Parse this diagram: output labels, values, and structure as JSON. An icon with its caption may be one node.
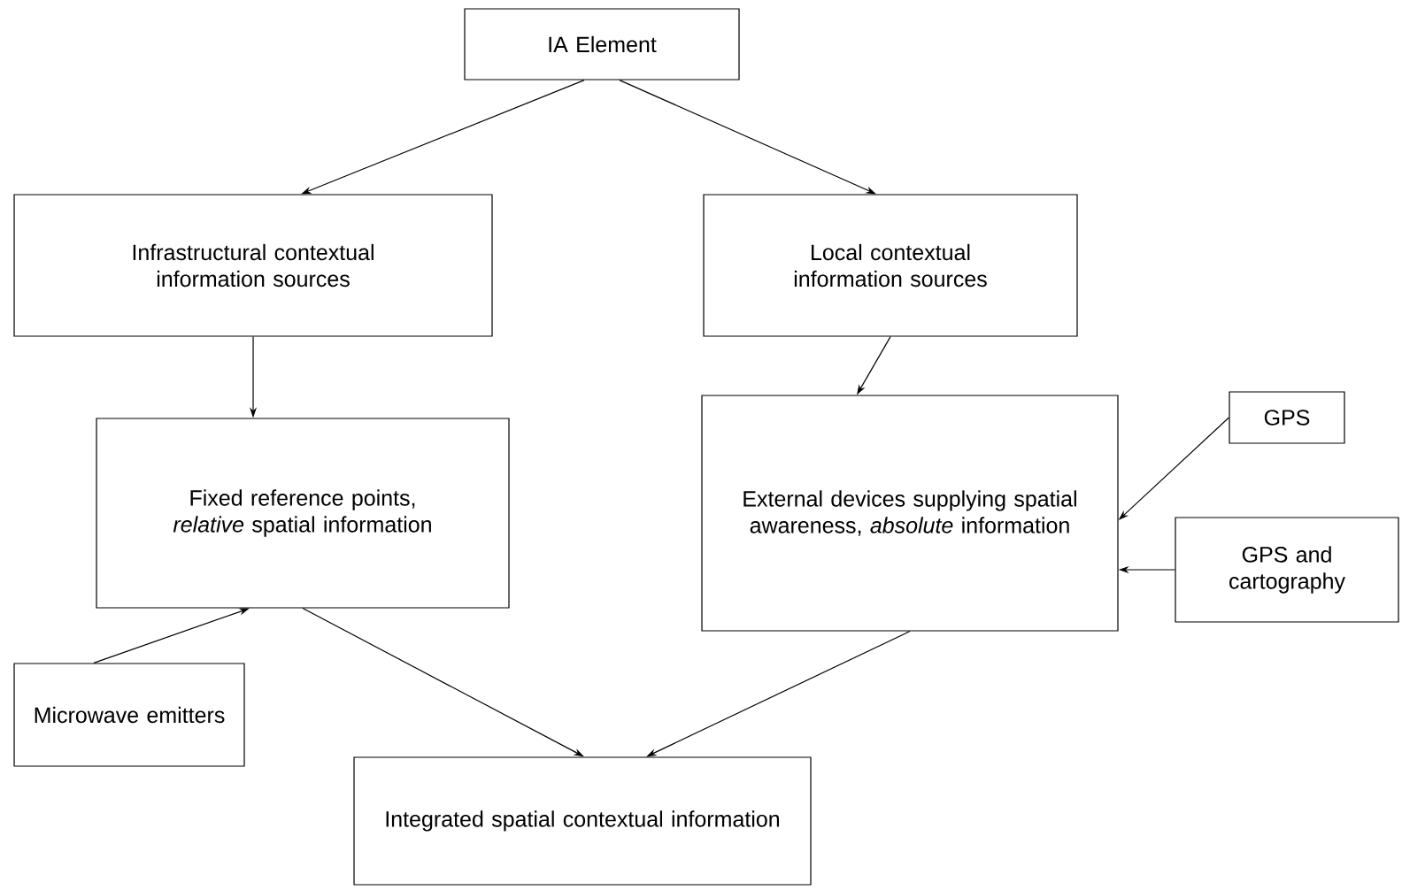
{
  "diagram": {
    "nodes": [
      {
        "text": [
          "IA Element"
        ]
      },
      {
        "text": [
          "Infrastructural contextual information sources"
        ]
      },
      {
        "text": [
          "Local contextual information sources"
        ]
      },
      {
        "text": [
          "Fixed reference points, *relative* spatial information"
        ]
      },
      {
        "text": [
          "External devices supplying spatial awareness, *absolute* information"
        ]
      },
      {
        "text": [
          "GPS"
        ]
      },
      {
        "text": [
          "GPS and cartography"
        ]
      },
      {
        "text": [
          "Microwave emitters"
        ]
      },
      {
        "text": [
          "Integrated spatial contextual information"
        ]
      }
    ],
    "edges": [
      {
        "from": 0,
        "to": 1,
        "arrow": "to"
      },
      {
        "from": 0,
        "to": 2,
        "arrow": "to"
      },
      {
        "from": 1,
        "to": 3,
        "arrow": "to"
      },
      {
        "from": 2,
        "to": 4,
        "arrow": "to"
      },
      {
        "from": 5,
        "to": 4,
        "arrow": "to"
      },
      {
        "from": 6,
        "to": 4,
        "arrow": "to"
      },
      {
        "from": 7,
        "to": 3,
        "arrow": "to"
      },
      {
        "from": 3,
        "to": 8,
        "arrow": "to"
      },
      {
        "from": 4,
        "to": 8,
        "arrow": "to"
      }
    ]
  }
}
